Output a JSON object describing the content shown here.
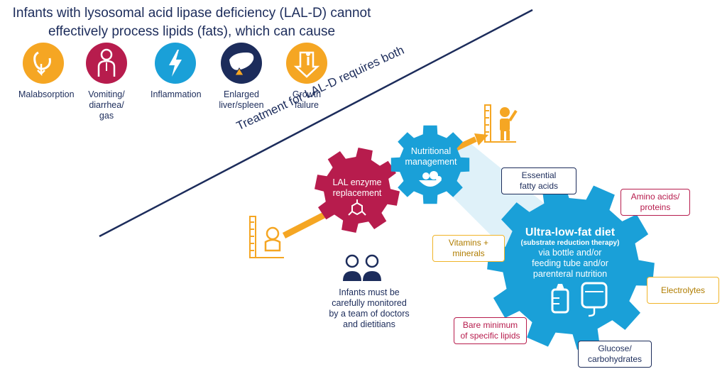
{
  "title": {
    "line1": "Infants with lysosomal acid lipase deficiency (LAL-D) cannot",
    "line2": "effectively process lipids (fats), which can cause"
  },
  "symptoms": [
    {
      "label": "Malabsorption",
      "color": "#f5a623",
      "icon": "stomach-down-arrow-icon"
    },
    {
      "label": "Vomiting/ diarrhea/ gas",
      "color": "#b71c4d",
      "icon": "sick-person-icon"
    },
    {
      "label": "Inflammation",
      "color": "#1aa0d8",
      "icon": "lightning-icon"
    },
    {
      "label": "Enlarged liver/spleen",
      "color": "#1c2c5b",
      "icon": "liver-warning-icon"
    },
    {
      "label": "Growth failure",
      "color": "#f5a623",
      "icon": "growth-down-arrow-icon"
    }
  ],
  "treatment_label": "Treatment for LAL-D requires both",
  "gears": {
    "enzyme": {
      "label_line1": "LAL enzyme",
      "label_line2": "replacement",
      "color": "#b71c4d"
    },
    "nutrition": {
      "label_line1": "Nutritional",
      "label_line2": "management",
      "color": "#1aa0d8"
    },
    "diet": {
      "title": "Ultra-low-fat diet",
      "subtitle": "(substrate reduction therapy)",
      "line1": "via bottle and/or",
      "line2": "feeding tube and/or",
      "line3": "parenteral nutrition",
      "color": "#1aa0d8"
    }
  },
  "monitor_text": {
    "line1": "Infants must be",
    "line2": "carefully monitored",
    "line3": "by a team of doctors",
    "line4": "and dietitians"
  },
  "nutrients": {
    "essential": {
      "line1": "Essential",
      "line2": "fatty acids"
    },
    "amino": {
      "line1": "Amino acids/",
      "line2": "proteins"
    },
    "vitamins": {
      "line1": "Vitamins +",
      "line2": "minerals"
    },
    "electrolytes": {
      "line1": "Electrolytes"
    },
    "lipids": {
      "line1": "Bare minimum",
      "line2": "of specific lipids"
    },
    "glucose": {
      "line1": "Glucose/",
      "line2": "carbohydrates"
    }
  },
  "colors": {
    "navy": "#1c2c5b",
    "magenta": "#b71c4d",
    "blue": "#1aa0d8",
    "orange": "#f5a623",
    "gold": "#f0b428"
  }
}
